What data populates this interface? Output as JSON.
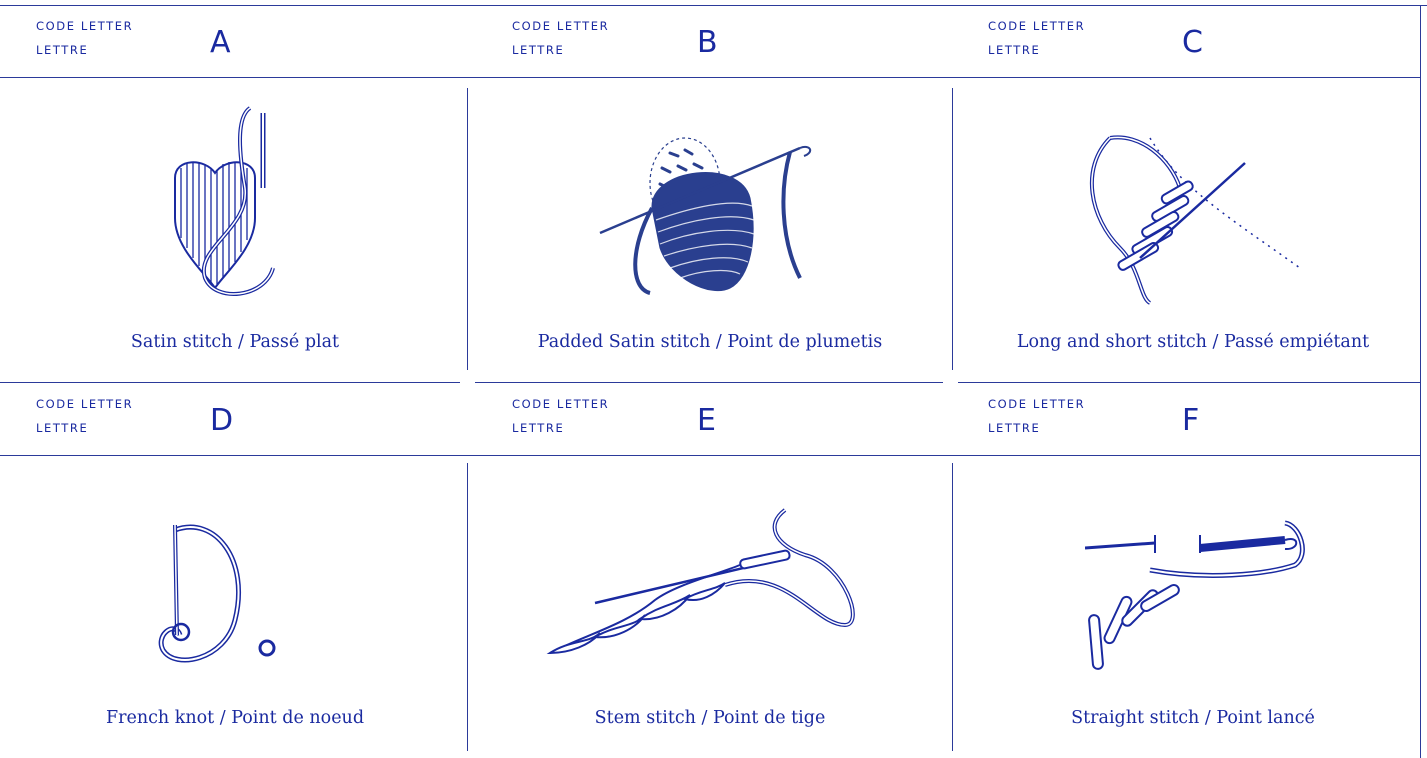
{
  "stitches": [
    {
      "code_label": "code letter",
      "lettre_label": "lettre",
      "letter": "A",
      "caption": "Satin stitch / Passé plat",
      "icon": "satin-stitch-icon"
    },
    {
      "code_label": "code letter",
      "lettre_label": "lettre",
      "letter": "B",
      "caption": "Padded Satin stitch / Point de plumetis",
      "icon": "padded-satin-stitch-icon"
    },
    {
      "code_label": "code letter",
      "lettre_label": "lettre",
      "letter": "C",
      "caption": "Long and short stitch / Passé empiétant",
      "icon": "long-short-stitch-icon"
    },
    {
      "code_label": "code letter",
      "lettre_label": "lettre",
      "letter": "D",
      "caption": "French knot / Point de noeud",
      "icon": "french-knot-icon"
    },
    {
      "code_label": "code letter",
      "lettre_label": "lettre",
      "letter": "E",
      "caption": "Stem stitch / Point de tige",
      "icon": "stem-stitch-icon"
    },
    {
      "code_label": "code letter",
      "lettre_label": "lettre",
      "letter": "F",
      "caption": "Straight stitch / Point lancé",
      "icon": "straight-stitch-icon"
    }
  ],
  "colors": {
    "ink": "#1a2aa0",
    "rule": "#2b3a9a",
    "fill": "#2a3f8f"
  }
}
